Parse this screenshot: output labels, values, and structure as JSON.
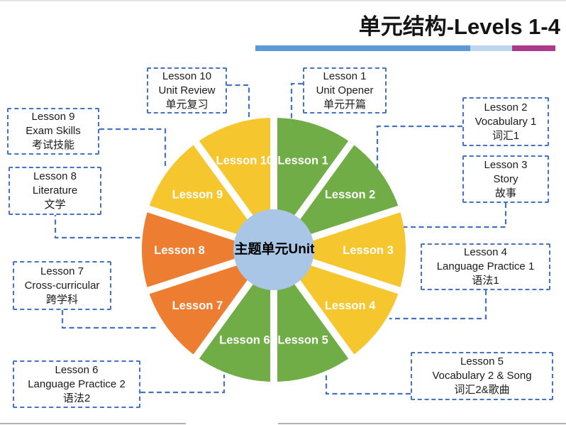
{
  "slide": {
    "title": "单元结构-Levels 1-4",
    "title_bar_colors": {
      "seg1": "#5B9BD5",
      "seg2": "#BDD7EE",
      "seg3": "#AC3A8C"
    },
    "accent_blue": "#4472C4"
  },
  "wheel": {
    "hub_label": "主题单元Unit",
    "hub_color": "#A9C6E6",
    "colors": {
      "green": "#70AD47",
      "yellow": "#F6C62F",
      "orange": "#ED7D31"
    },
    "segments": [
      {
        "label": "Lesson 1",
        "color": "green"
      },
      {
        "label": "Lesson 2",
        "color": "green"
      },
      {
        "label": "Lesson 3",
        "color": "yellow"
      },
      {
        "label": "Lesson 4",
        "color": "yellow"
      },
      {
        "label": "Lesson 5",
        "color": "green"
      },
      {
        "label": "Lesson 6",
        "color": "green"
      },
      {
        "label": "Lesson 7",
        "color": "orange"
      },
      {
        "label": "Lesson 8",
        "color": "orange"
      },
      {
        "label": "Lesson 9",
        "color": "yellow"
      },
      {
        "label": "Lesson 10",
        "color": "yellow"
      }
    ]
  },
  "callouts": [
    {
      "lines": [
        "Lesson 1",
        "Unit Opener",
        "单元开篇"
      ]
    },
    {
      "lines": [
        "Lesson 2",
        "Vocabulary 1",
        "词汇1"
      ]
    },
    {
      "lines": [
        "Lesson 3",
        "Story",
        "故事"
      ]
    },
    {
      "lines": [
        "Lesson 4",
        "Language Practice 1",
        "语法1"
      ]
    },
    {
      "lines": [
        "Lesson 5",
        "Vocabulary 2 & Song",
        "词汇2&歌曲"
      ]
    },
    {
      "lines": [
        "Lesson 6",
        "Language Practice 2",
        "语法2"
      ]
    },
    {
      "lines": [
        "Lesson 7",
        "Cross-curricular",
        "跨学科"
      ]
    },
    {
      "lines": [
        "Lesson 8",
        "Literature",
        "文学"
      ]
    },
    {
      "lines": [
        "Lesson 9",
        "Exam Skills",
        "考试技能"
      ]
    },
    {
      "lines": [
        "Lesson 10",
        "Unit Review",
        "单元复习"
      ]
    }
  ]
}
